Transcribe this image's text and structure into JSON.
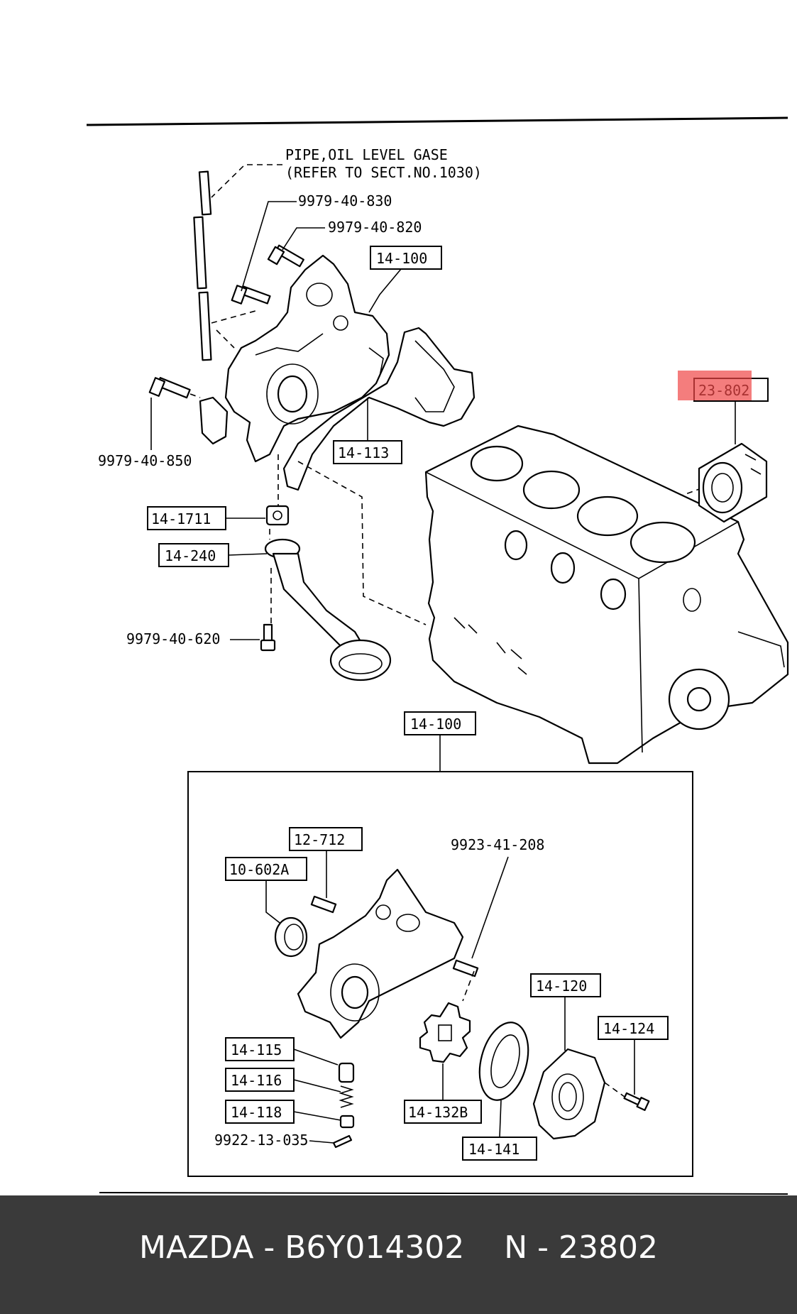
{
  "diagram": {
    "caption_line1": "PIPE,OIL LEVEL GASE",
    "caption_line2": "(REFER TO SECT.NO.1030)",
    "upper_labels": {
      "bolt_830": "9979-40-830",
      "bolt_820": "9979-40-820",
      "pump_14_100": "14-100",
      "filter_23_802": "23-802",
      "bolt_850": "9979-40-850",
      "gasket_14_113": "14-113",
      "oring_14_1711": "14-1711",
      "strainer_14_240": "14-240",
      "bolt_620": "9979-40-620"
    },
    "lower_labels": {
      "assembly_14_100": "14-100",
      "pin_12_712": "12-712",
      "seal_10_602a": "10-602A",
      "pin_9923": "9923-41-208",
      "plunger_14_115": "14-115",
      "spring_14_116": "14-116",
      "plug_14_118": "14-118",
      "cotter_9922": "9922-13-035",
      "gear_14_132b": "14-132B",
      "rotor_14_141": "14-141",
      "cover_14_120": "14-120",
      "screw_14_124": "14-124"
    }
  },
  "highlight": {
    "color": "#f04646",
    "target": "23-802"
  },
  "footer": {
    "brand": "MAZDA",
    "part_number": "B6Y014302",
    "code": "N - 23802",
    "text": "MAZDA - B6Y014302    N - 23802"
  }
}
